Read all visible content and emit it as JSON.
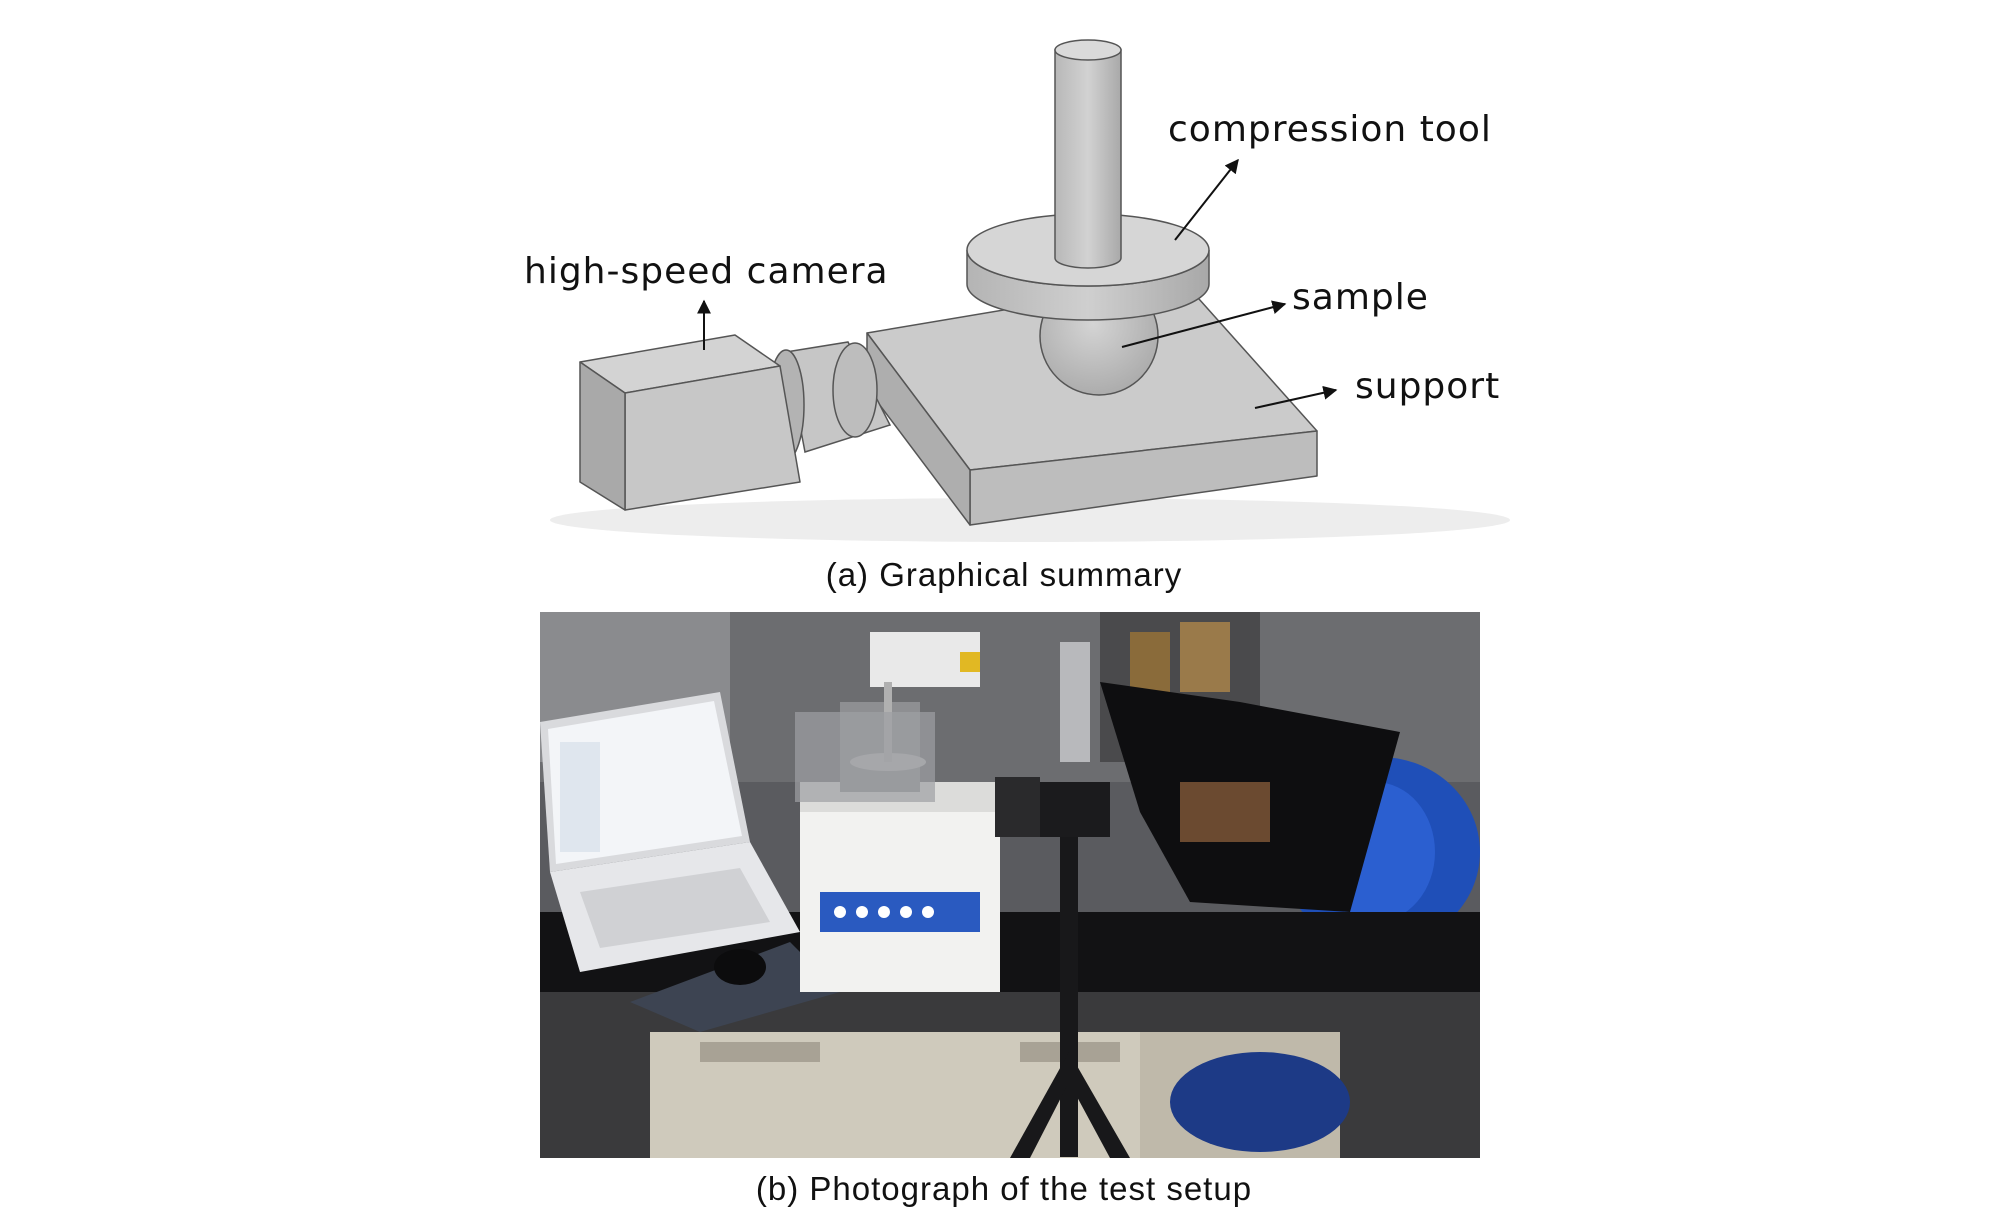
{
  "figure": {
    "panel_a": {
      "caption": "(a)  Graphical  summary",
      "labels": {
        "compression_tool": "compression  tool",
        "high_speed_camera": "high-speed  camera",
        "sample": "sample",
        "support": "support"
      }
    },
    "panel_b": {
      "caption": "(b)  Photograph  of  the  test  setup"
    }
  },
  "colors": {
    "render_gray": "#c8c8c8",
    "outline": "#555555",
    "bench_black": "#121214",
    "blue_machine": "#1f4fb8"
  }
}
